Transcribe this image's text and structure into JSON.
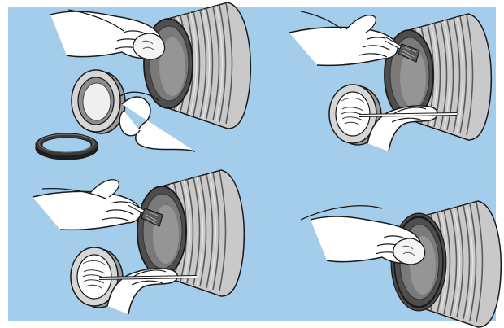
{
  "figure": {
    "panel_count": 4,
    "colors": {
      "background": "#a3cdea",
      "frame": "#ffffff",
      "outline": "#1a1a1a",
      "hand_fill": "#ffffff",
      "pipe_light": "#d0d0d0",
      "pipe_mid": "#a8a8a8",
      "pipe_dark": "#5e5e5e",
      "lens_silver": "#f2f2f2"
    },
    "panels": [
      {
        "id": "top-left",
        "items": [
          "hand-with-cloth",
          "pipe-fitting",
          "coupling-ring",
          "hand-holding-coupling",
          "sealing-ring"
        ]
      },
      {
        "id": "top-right",
        "items": [
          "hand-with-brush",
          "pipe-fitting",
          "coupling-ring-with-lubricant-tin",
          "hand-with-stick"
        ]
      },
      {
        "id": "bottom-left",
        "items": [
          "hand-with-brush",
          "pipe-fitting",
          "coupling-ring-with-lubricant-tin",
          "hand-with-stick"
        ]
      },
      {
        "id": "bottom-right",
        "items": [
          "hand-with-cloth",
          "pipe-fitting-with-ring"
        ]
      }
    ]
  }
}
